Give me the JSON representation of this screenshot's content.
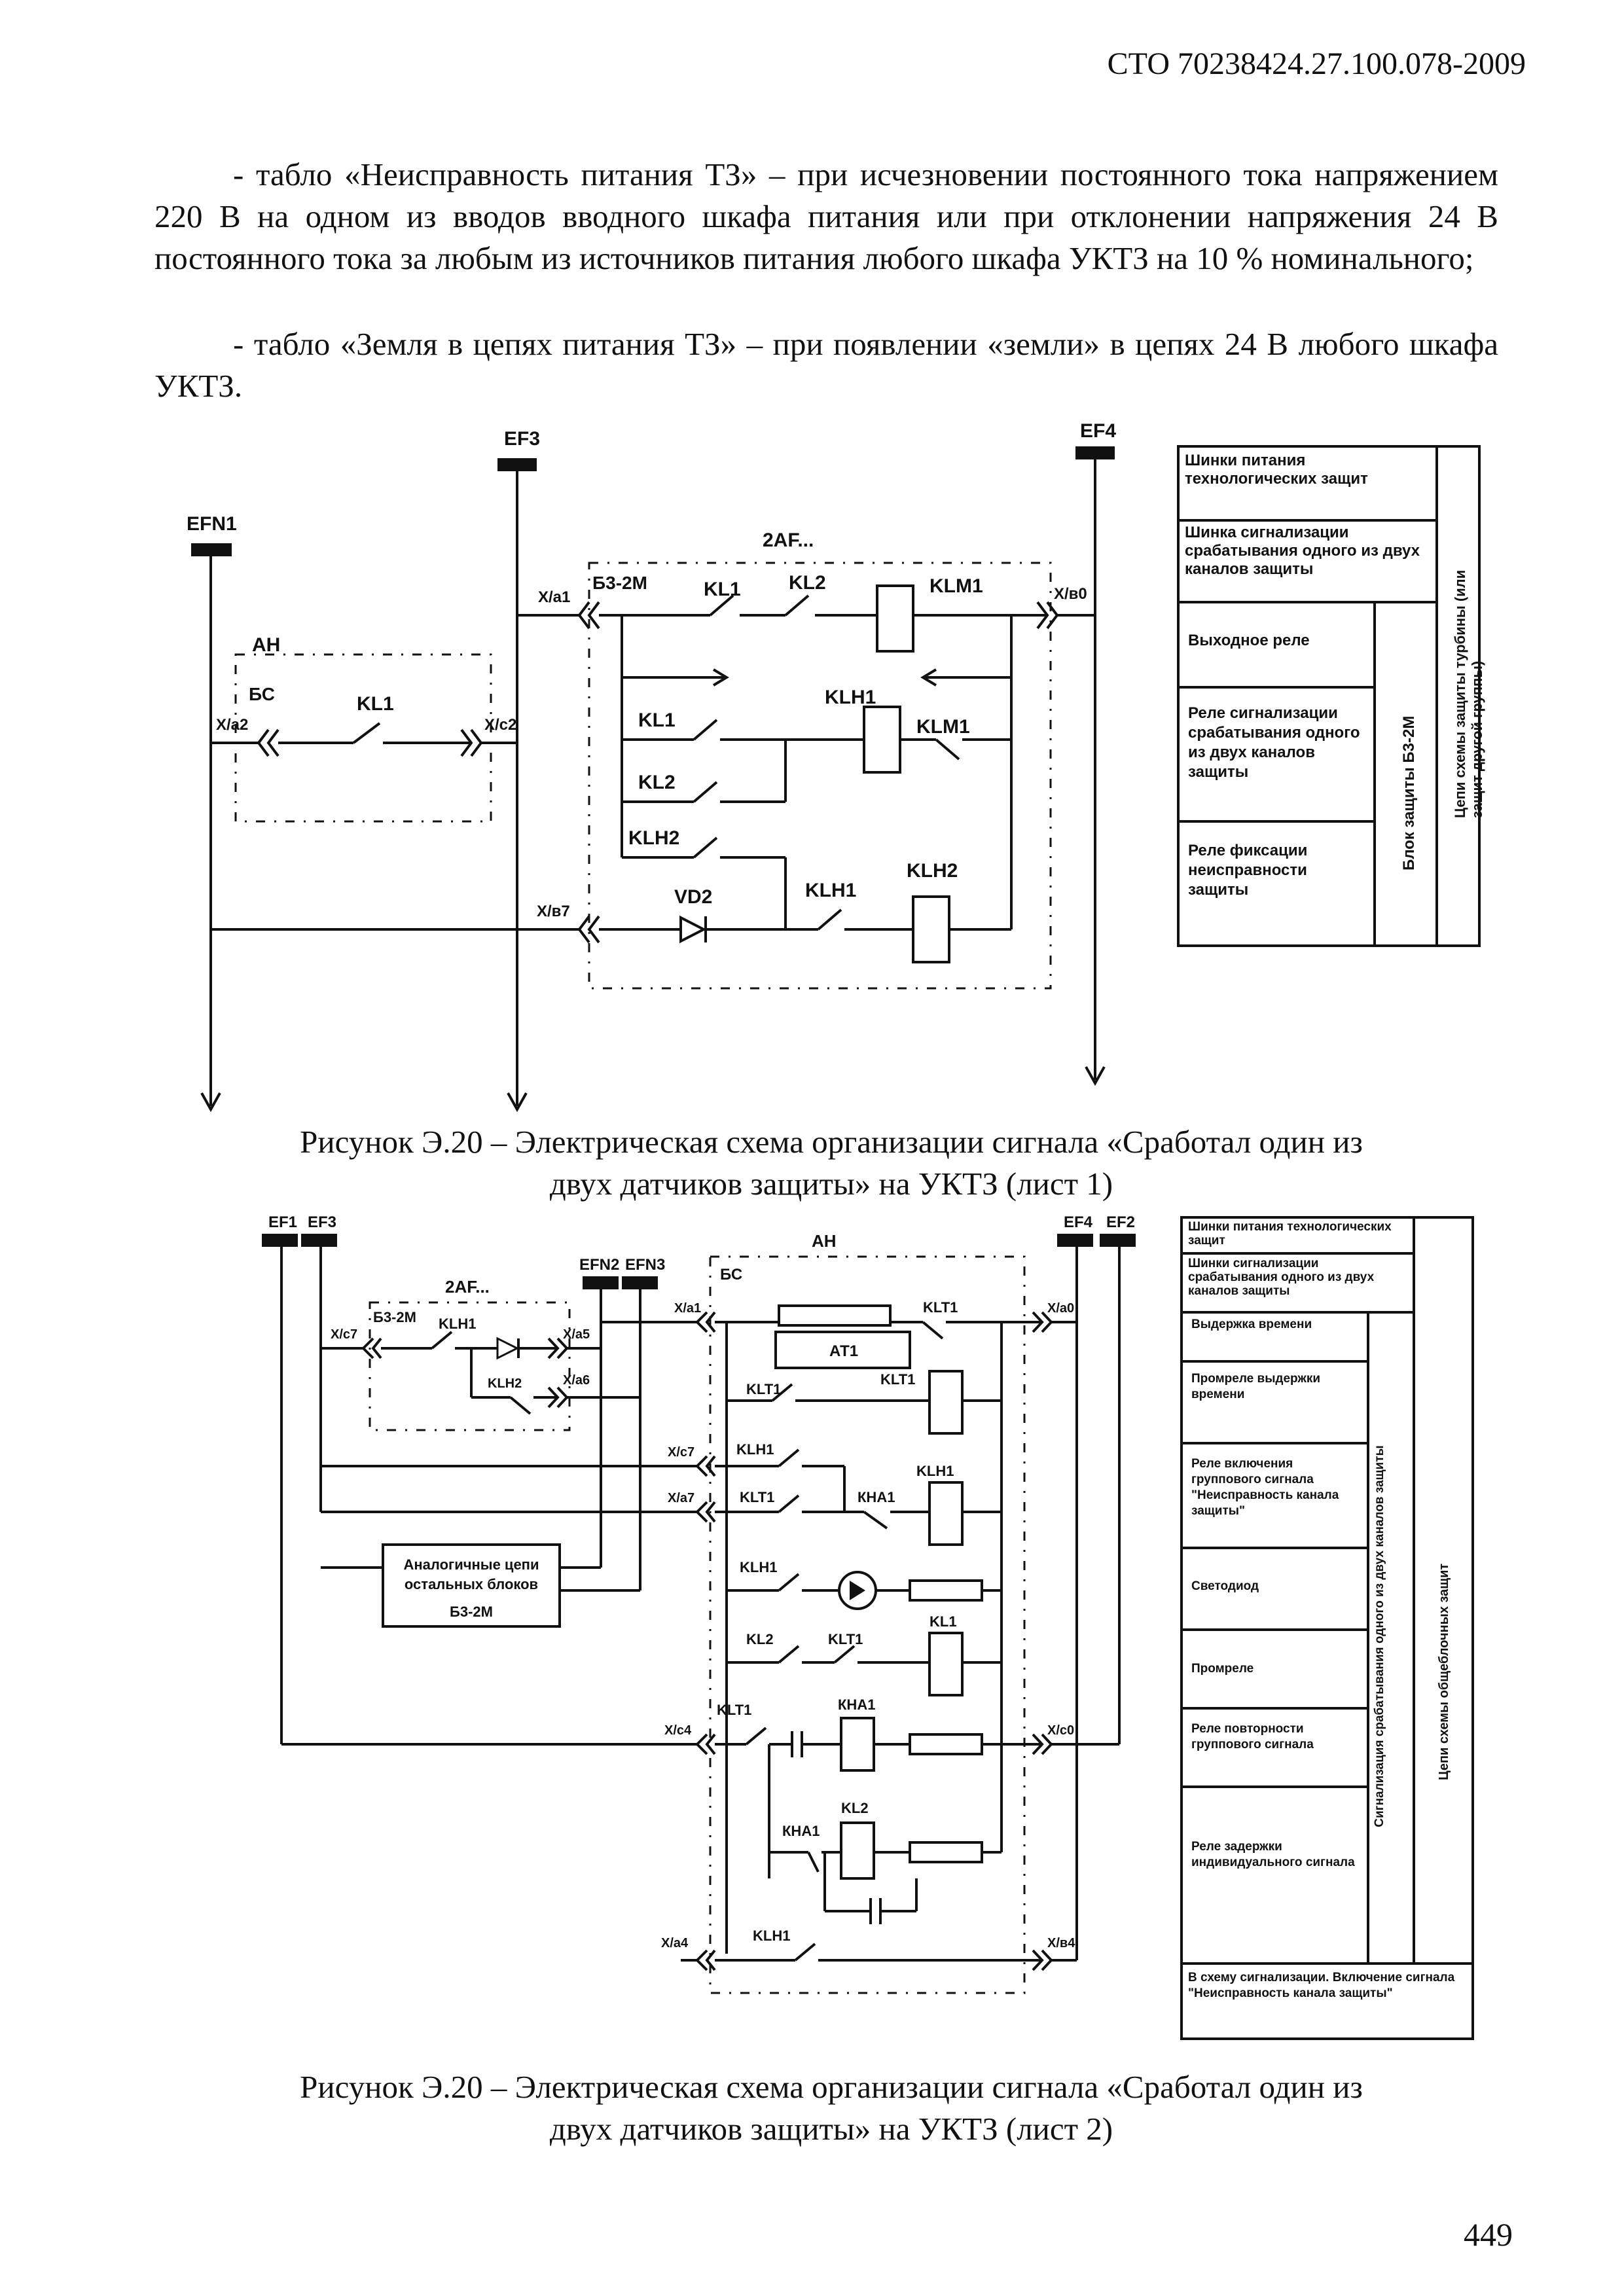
{
  "header": {
    "doc_code": "СТО 70238424.27.100.078-2009"
  },
  "paragraphs": [
    "- табло «Неисправность питания ТЗ» – при исчезновении постоянного тока напряжением 220 В на одном из вводов вводного шкафа питания или при отклонении напряжения 24 В постоянного тока за любым из источников питания любого шкафа УКТЗ на 10 % номинального;",
    "- табло «Земля в цепях питания ТЗ» – при появлении «земли» в цепях 24 В любого шкафа УКТЗ."
  ],
  "figure1": {
    "caption_line1": "Рисунок Э.20 –  Электрическая схема организации сигнала «Сработал один из",
    "caption_line2": "двух датчиков защиты» на УКТЗ (лист 1)",
    "labels": {
      "efn1": "EFN1",
      "ef3": "EF3",
      "ef4": "EF4",
      "af": "2AF...",
      "ah": "АН",
      "bs": "БС",
      "bz": "Б3-2М",
      "xa1": "Х/а1",
      "xa0": "Х/в0",
      "xa2": "Х/а2",
      "xc2": "Х/с2",
      "xe7": "Х/в7",
      "kl1": "KL1",
      "kl2": "KL2",
      "klm1": "KLM1",
      "klh1": "KLH1",
      "klh2": "KLH2",
      "vd2": "VD2"
    },
    "legend": {
      "r1": "Шинки питания технологических защит",
      "r2": "Шинка сигнализации срабатывания одного из двух каналов защиты",
      "r3": "Выходное реле",
      "r4": "Реле сигнализации срабатывания одного из двух каналов защиты",
      "r5": "Реле фиксации неисправности защиты",
      "col1": "Блок защиты Б3-2М",
      "col2": "Цепи схемы защиты турбины (или защит другой группы)"
    }
  },
  "figure2": {
    "caption_line1": "Рисунок Э.20 –  Электрическая схема организации сигнала «Сработал один из",
    "caption_line2": "двух датчиков защиты» на УКТЗ (лист 2)",
    "labels": {
      "ef1": "EF1",
      "ef3": "EF3",
      "ef4": "EF4",
      "ef2": "EF2",
      "efn2": "EFN2",
      "efn3": "EFN3",
      "ah": "АН",
      "bs": "БС",
      "af": "2AF...",
      "bz": "Б3-2М",
      "xc7": "Х/с7",
      "xa5": "Х/а5",
      "xa6": "Х/а6",
      "xa1": "Х/а1",
      "xa0": "Х/а0",
      "xc7b": "Х/с7",
      "xa7": "Х/а7",
      "xc4": "Х/с4",
      "xc0": "Х/с0",
      "xa4": "Х/а4",
      "xb4": "Х/в4",
      "klh1": "KLH1",
      "klh2": "KLH2",
      "at1": "АТ1",
      "klt1": "KLT1",
      "kha1": "КНА1",
      "kl1": "KL1",
      "kl2": "KL2",
      "analog1": "Аналогичные цепи",
      "analog2": "остальных блоков",
      "analog3": "Б3-2М"
    },
    "legend": {
      "r1": "Шинки питания технологических защит",
      "r2": "Шинки сигнализации срабатывания одного из двух каналов защиты",
      "r3": "Выдержка времени",
      "r4": "Промреле выдержки времени",
      "r5": "Реле включения группового сигнала \"Неисправность канала защиты\"",
      "r6": "Светодиод",
      "r7": "Промреле",
      "r8": "Реле повторности группового сигнала",
      "r9": "Реле задержки индивидуального сигнала",
      "r10": "В схему сигнализации. Включение сигнала \"Неисправность канала защиты\"",
      "col1": "Сигнализация срабатывания одного из двух каналов защиты",
      "col2": "Цепи схемы общеблочных защит"
    }
  },
  "page_number": "449"
}
